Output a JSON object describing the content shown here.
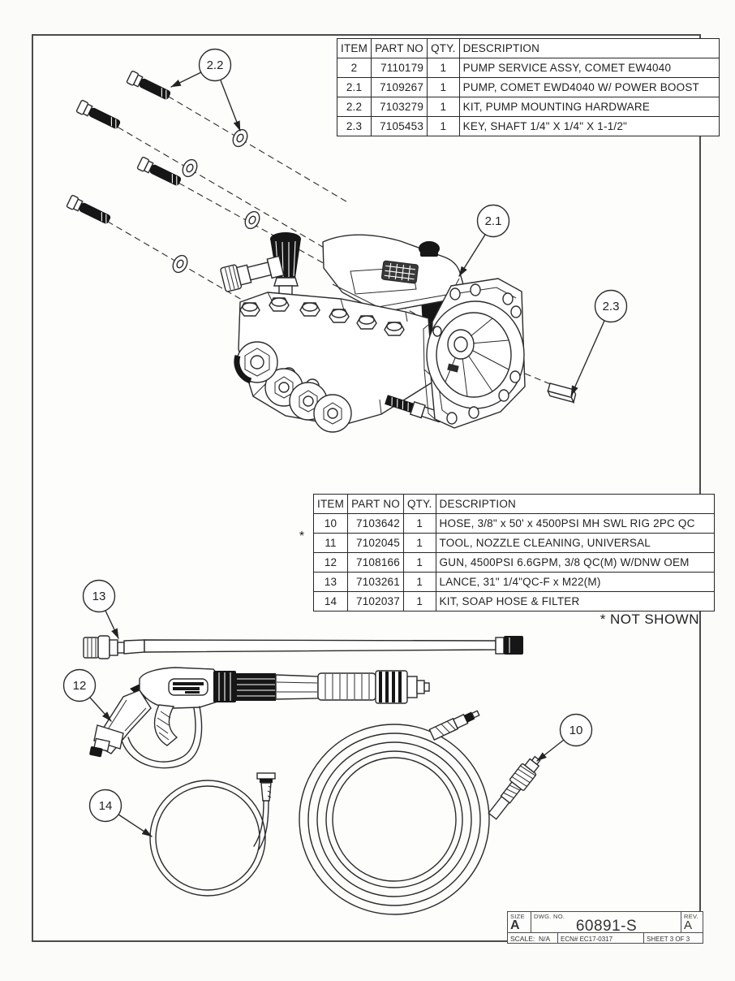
{
  "table1": {
    "headers": [
      "ITEM",
      "PART NO",
      "QTY.",
      "DESCRIPTION"
    ],
    "rows": [
      {
        "item": "2",
        "part": "7110179",
        "qty": "1",
        "desc": "PUMP SERVICE ASSY, COMET EW4040"
      },
      {
        "item": "2.1",
        "part": "7109267",
        "qty": "1",
        "desc": "PUMP, COMET EWD4040 W/ POWER BOOST"
      },
      {
        "item": "2.2",
        "part": "7103279",
        "qty": "1",
        "desc": "KIT, PUMP MOUNTING HARDWARE"
      },
      {
        "item": "2.3",
        "part": "7105453",
        "qty": "1",
        "desc": "KEY, SHAFT 1/4\" X 1/4\" X 1-1/2\""
      }
    ]
  },
  "table2": {
    "headers": [
      "ITEM",
      "PART NO",
      "QTY.",
      "DESCRIPTION"
    ],
    "rows": [
      {
        "item": "10",
        "part": "7103642",
        "qty": "1",
        "desc": "HOSE, 3/8\" x 50' x 4500PSI MH SWL RIG 2PC QC"
      },
      {
        "item": "11",
        "part": "7102045",
        "qty": "1",
        "desc": "TOOL, NOZZLE CLEANING, UNIVERSAL"
      },
      {
        "item": "12",
        "part": "7108166",
        "qty": "1",
        "desc": "GUN, 4500PSI 6.6GPM, 3/8 QC(M) W/DNW OEM"
      },
      {
        "item": "13",
        "part": "7103261",
        "qty": "1",
        "desc": "LANCE, 31\" 1/4\"QC-F x M22(M)"
      },
      {
        "item": "14",
        "part": "7102037",
        "qty": "1",
        "desc": "KIT, SOAP HOSE & FILTER"
      }
    ]
  },
  "notes": {
    "row_star": "*",
    "not_shown": "* NOT SHOWN"
  },
  "balloons": {
    "b2_1": "2.1",
    "b2_2": "2.2",
    "b2_3": "2.3",
    "b10": "10",
    "b12": "12",
    "b13": "13",
    "b14": "14"
  },
  "titleblock": {
    "size_label": "SIZE",
    "size_value": "A",
    "dwg_label": "DWG.  NO.",
    "dwg_value": "60891-S",
    "rev_label": "REV.",
    "rev_value": "A",
    "scale_label": "SCALE:",
    "scale_value": "N/A",
    "ecn": "ECN# EC17-0317",
    "sheet": "SHEET 3 OF 3"
  },
  "colors": {
    "line": "#2b2b2b",
    "frame": "#4b4b4b"
  }
}
